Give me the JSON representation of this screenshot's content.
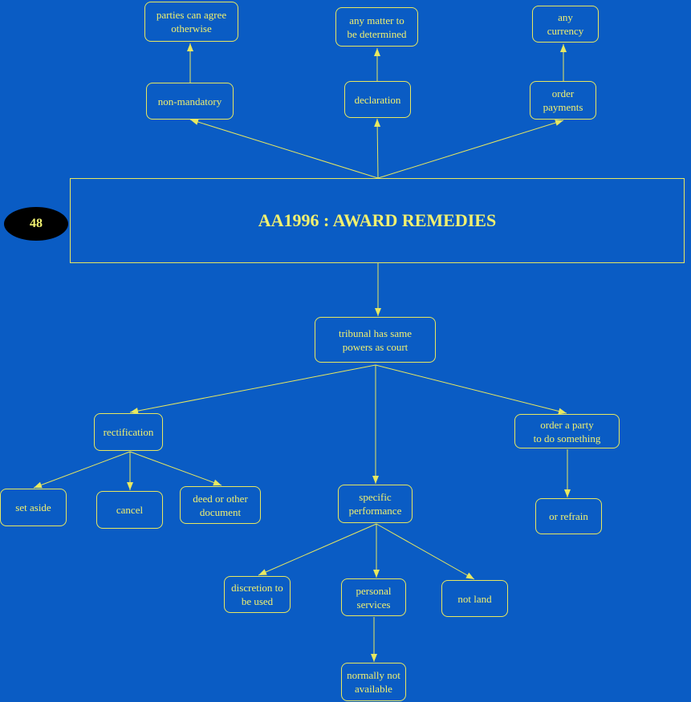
{
  "title": "AA1996 : AWARD REMEDIES",
  "badge": "48",
  "colors": {
    "background": "#0a5cc4",
    "line": "#e8e860",
    "text": "#f0f070",
    "badge": "#000000"
  },
  "nodes": {
    "parties_can_agree": "parties can agree\notherwise",
    "any_matter": "any matter to\nbe determined",
    "any_currency": "any\ncurrency",
    "non_mandatory": "non-mandatory",
    "declaration": "declaration",
    "order_payments": "order\npayments",
    "tribunal_powers": "tribunal has same\npowers as court",
    "rectification": "rectification",
    "order_party": "order a party\nto do something",
    "set_aside": "set aside",
    "cancel": "cancel",
    "deed": "deed or other\ndocument",
    "specific_performance": "specific\nperformance",
    "or_refrain": "or refrain",
    "discretion": "discretion to\nbe used",
    "personal_services": "personal\nservices",
    "not_land": "not land",
    "normally_not": "normally not\navailable"
  }
}
